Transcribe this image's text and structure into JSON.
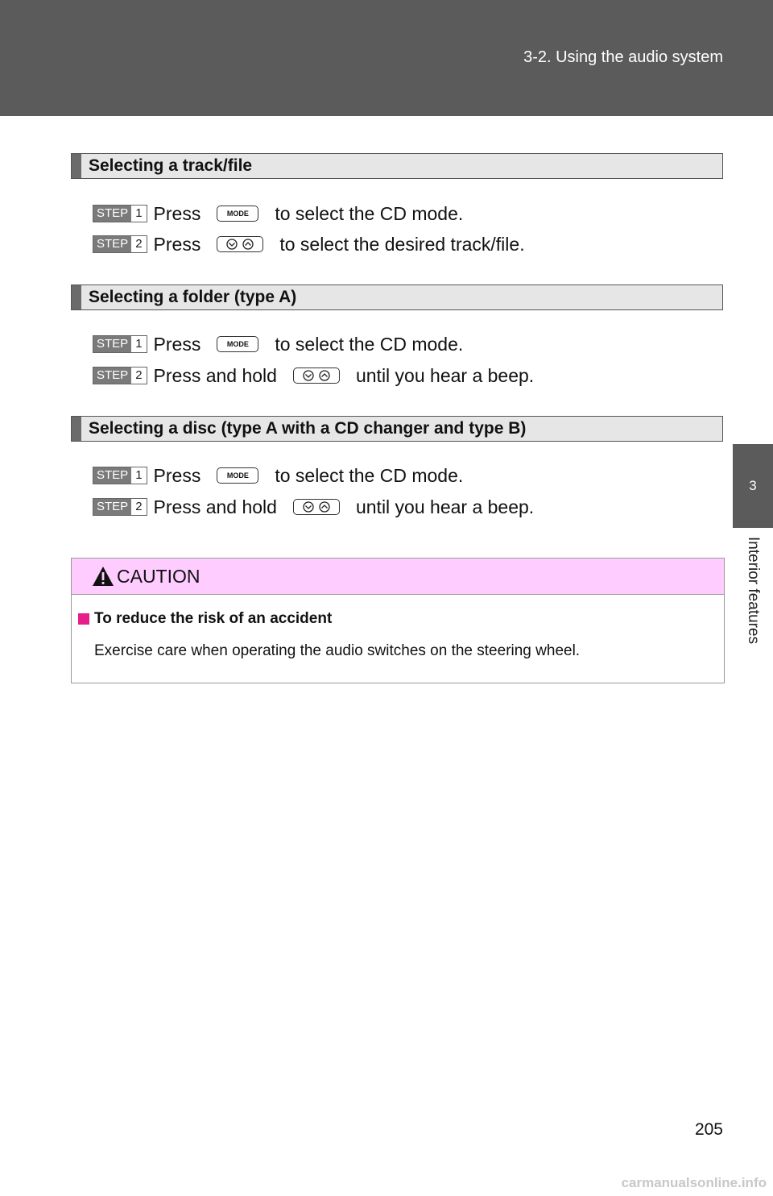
{
  "header": {
    "breadcrumb": "3-2. Using the audio system"
  },
  "side_tab": {
    "number": "3",
    "label": "Interior features"
  },
  "sections": [
    {
      "title": "Selecting a track/file",
      "steps": [
        {
          "badge": "STEP",
          "num": "1",
          "prefix": "Press",
          "icon": "mode-button-icon",
          "icon_text": "MODE",
          "suffix": "to select the CD mode."
        },
        {
          "badge": "STEP",
          "num": "2",
          "prefix": "Press",
          "icon": "seek-down-up-buttons-icon",
          "suffix": "to select the desired track/file."
        }
      ]
    },
    {
      "title": "Selecting a folder (type A)",
      "steps": [
        {
          "badge": "STEP",
          "num": "1",
          "prefix": "Press",
          "icon": "mode-button-icon",
          "icon_text": "MODE",
          "suffix": "to select the CD mode."
        },
        {
          "badge": "STEP",
          "num": "2",
          "prefix": "Press and hold",
          "icon": "seek-down-up-buttons-icon",
          "suffix": "until you hear a beep."
        }
      ]
    },
    {
      "title": "Selecting a disc (type A with a CD changer and type B)",
      "steps": [
        {
          "badge": "STEP",
          "num": "1",
          "prefix": "Press",
          "icon": "mode-button-icon",
          "icon_text": "MODE",
          "suffix": "to select the CD mode."
        },
        {
          "badge": "STEP",
          "num": "2",
          "prefix": "Press and hold",
          "icon": "seek-down-up-buttons-icon",
          "suffix": "until you hear a beep."
        }
      ]
    }
  ],
  "caution": {
    "title": "CAUTION",
    "item_title": "To reduce the risk of an accident",
    "item_text": "Exercise care when operating the audio switches on the steering wheel.",
    "header_color": "#ffccff",
    "bullet_color": "#e61e8c"
  },
  "page_number": "205",
  "watermark": "carmanualsonline.info"
}
